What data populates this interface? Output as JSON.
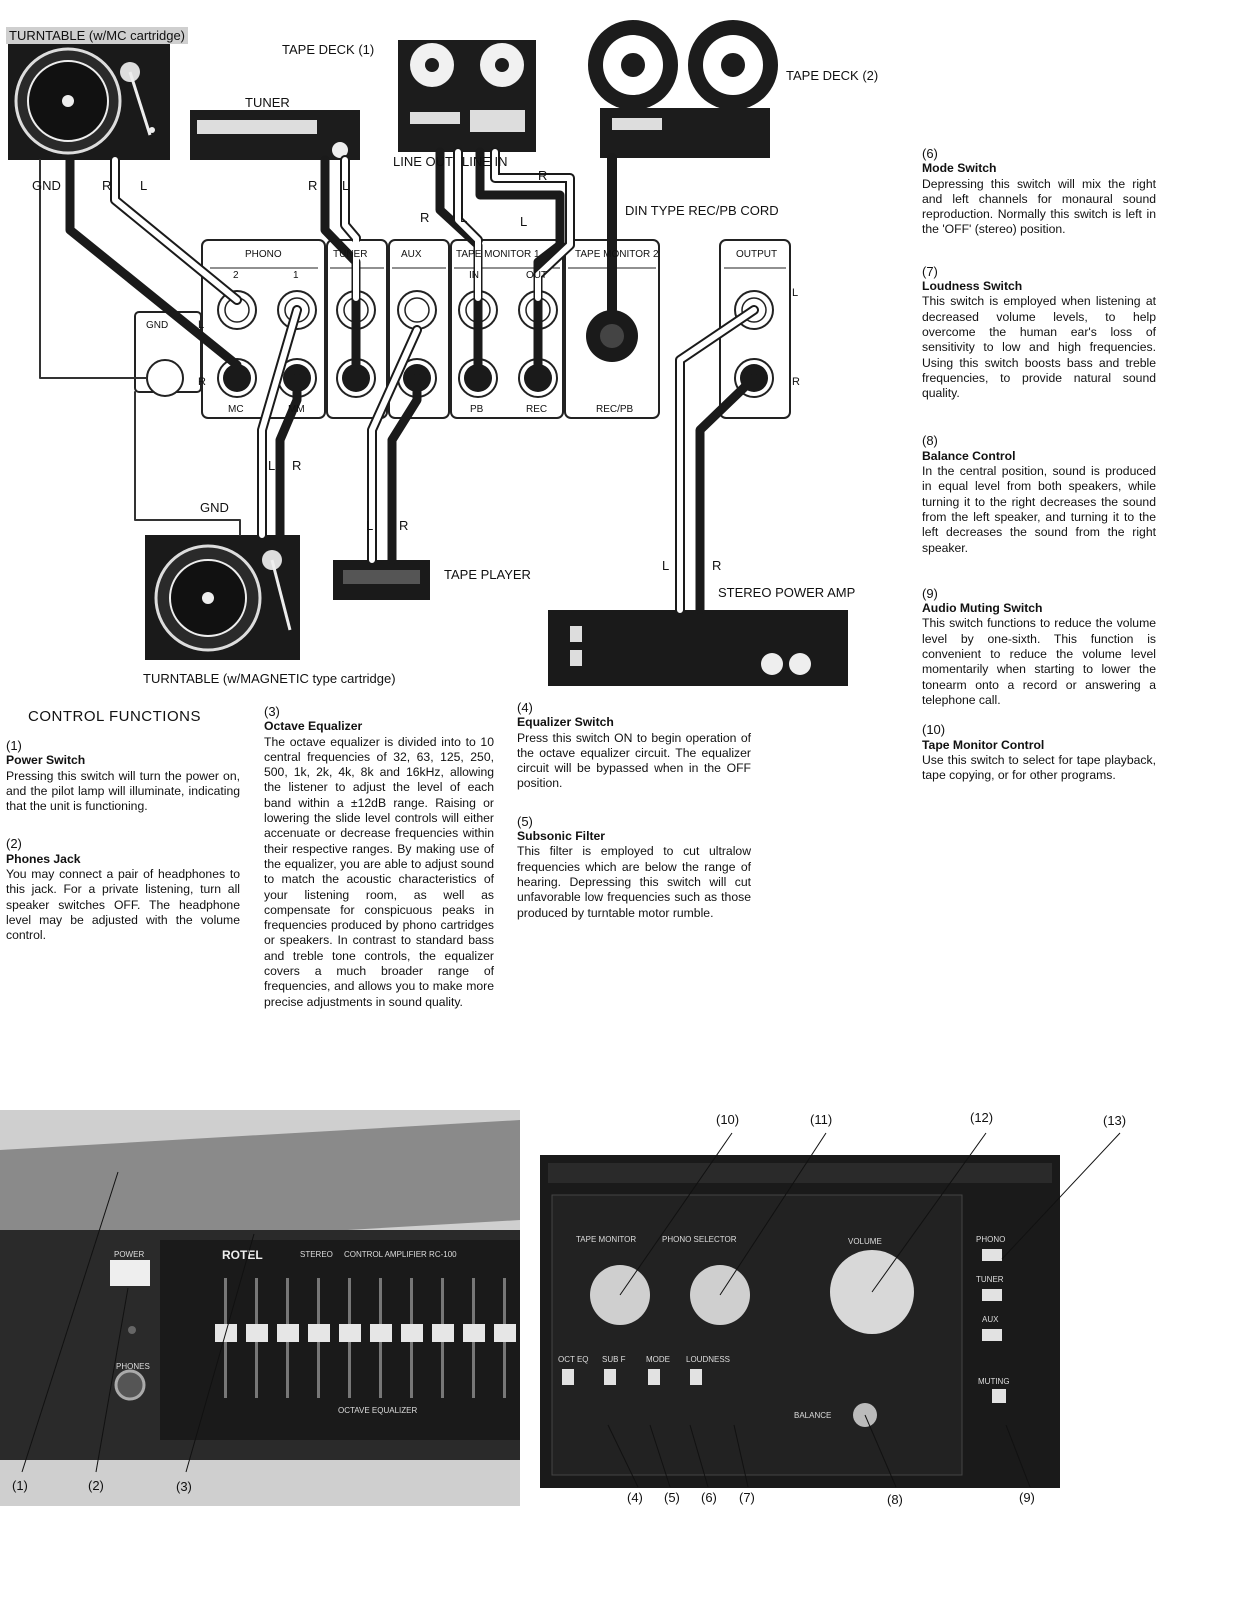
{
  "diagram": {
    "labels": {
      "turntable_mc": "TURNTABLE (w/MC cartridge)",
      "tape_deck_1": "TAPE DECK (1)",
      "tape_deck_2": "TAPE DECK (2)",
      "tuner": "TUNER",
      "line_out": "LINE OUT",
      "line_in": "LINE IN",
      "din_cord": "DIN TYPE REC/PB CORD",
      "gnd_top": "GND",
      "gnd_mid": "GND",
      "gnd_panel": "GND",
      "tape_player": "TAPE PLAYER",
      "stereo_power_amp": "STEREO POWER AMP",
      "turntable_magnetic": "TURNTABLE (w/MAGNETIC type cartridge)"
    },
    "panel": {
      "phono": "PHONO",
      "tuner": "TUNER",
      "aux": "AUX",
      "tape_monitor_1": "TAPE MONITOR 1",
      "tape_monitor_2": "TAPE MONITOR 2",
      "in": "IN",
      "out": "OUT",
      "output": "OUTPUT",
      "ph2": "2",
      "ph1": "1",
      "mc": "MC",
      "mm": "MM",
      "pb": "PB",
      "rec": "REC",
      "recpb": "REC/PB"
    }
  },
  "text": {
    "control_functions_title": "CONTROL FUNCTIONS",
    "sections": [
      {
        "num": "(1)",
        "head": "Power Switch",
        "body": "Pressing this switch will turn the power on, and the pilot lamp will illuminate, indicating that the unit is functioning."
      },
      {
        "num": "(2)",
        "head": "Phones Jack",
        "body": "You may connect a pair of headphones to this jack. For a private listening, turn all speaker switches OFF. The headphone level may be adjusted with the volume control."
      },
      {
        "num": "(3)",
        "head": "Octave Equalizer",
        "body": "The octave equalizer is divided into to 10 central frequencies of 32, 63, 125, 250, 500, 1k, 2k, 4k, 8k and 16kHz, allowing the listener to adjust the level of each band within a ±12dB range. Raising or lowering the slide level controls will either accenuate or decrease frequencies within their respective ranges. By making use of the equalizer, you are able to adjust sound to match the acoustic characteristics of your listening room, as well as compensate for conspicuous peaks in frequencies produced by phono cartridges or speakers. In contrast to standard bass and treble tone controls, the equalizer covers a much broader range of frequencies, and allows you to make more precise adjustments in sound quality."
      },
      {
        "num": "(4)",
        "head": "Equalizer Switch",
        "body": "Press this switch ON to begin operation of the octave equalizer circuit. The equalizer circuit will be bypassed when in the OFF position."
      },
      {
        "num": "(5)",
        "head": "Subsonic Filter",
        "body": "This filter is employed to cut ultralow frequencies which are below the range of hearing. Depressing this switch will cut unfavorable low frequencies such as those produced by turntable motor rumble."
      },
      {
        "num": "(6)",
        "head": "Mode Switch",
        "body": "Depressing this switch will mix the right and left channels for monaural sound reproduction. Normally this switch is left in the 'OFF' (stereo) position."
      },
      {
        "num": "(7)",
        "head": "Loudness Switch",
        "body": "This switch is employed when listening at decreased volume levels, to help overcome the human ear's loss of sensitivity to low and high frequencies. Using this switch boosts bass and treble frequencies, to provide natural sound quality."
      },
      {
        "num": "(8)",
        "head": "Balance Control",
        "body": "In the central position, sound is produced in equal level from both speakers, while turning it to the right decreases the sound from the left speaker, and turning it to the left decreases the sound from the right speaker."
      },
      {
        "num": "(9)",
        "head": "Audio Muting Switch",
        "body": "This switch functions to reduce the volume level by one-sixth. This function is convenient to reduce the volume level momentarily when starting to lower the tonearm onto a record or answering a telephone call."
      },
      {
        "num": "(10)",
        "head": "Tape Monitor Control",
        "body": "Use this switch to select for tape playback, tape copying, or for other programs."
      }
    ]
  },
  "photos": {
    "left_callouts": [
      "(1)",
      "(2)",
      "(3)"
    ],
    "right_callouts_top": [
      "(10)",
      "(11)",
      "(12)",
      "(13)"
    ],
    "right_callouts_bottom": [
      "(4)",
      "(5)",
      "(6)",
      "(7)",
      "(8)",
      "(9)"
    ],
    "left_panel": {
      "brand": "ROTEL",
      "stereo": "STEREO",
      "model": "CONTROL AMPLIFIER RC-100",
      "power": "POWER",
      "phones": "PHONES",
      "octave": "OCTAVE EQUALIZER"
    },
    "right_panel": {
      "tape_monitor": "TAPE MONITOR",
      "phono_selector": "PHONO SELECTOR",
      "volume": "VOLUME",
      "phono": "PHONO",
      "tuner": "TUNER",
      "aux": "AUX",
      "muting": "MUTING",
      "balance": "BALANCE",
      "oct_eq": "OCT EQ",
      "subs": "SUB F",
      "mode": "MODE",
      "loudness": "LOUDNESS"
    }
  }
}
